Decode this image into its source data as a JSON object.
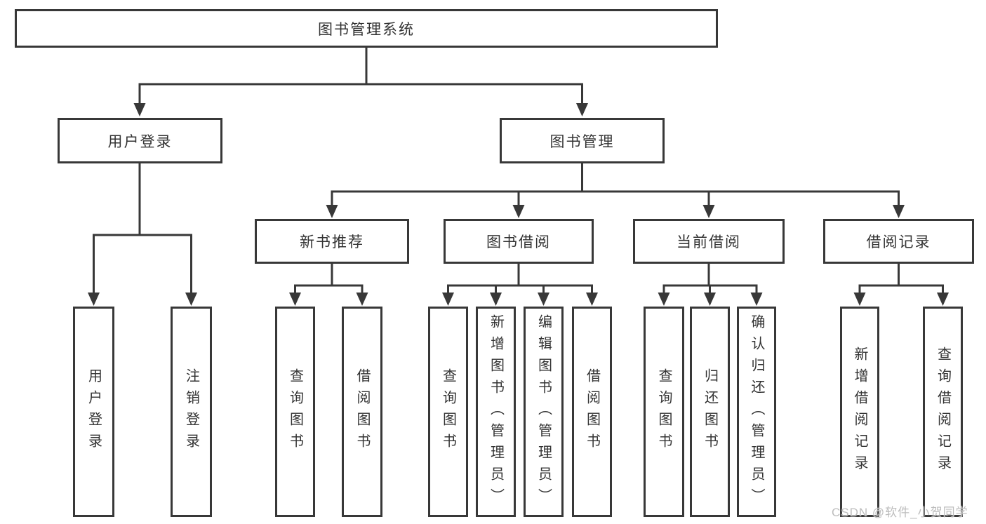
{
  "tree": {
    "label": "图书管理系统",
    "children": [
      {
        "label": "用户登录",
        "children": [
          {
            "label": "用户登录"
          },
          {
            "label": "注销登录"
          }
        ]
      },
      {
        "label": "图书管理",
        "children": [
          {
            "label": "新书推荐",
            "children": [
              {
                "label": "查询图书"
              },
              {
                "label": "借阅图书"
              }
            ]
          },
          {
            "label": "图书借阅",
            "children": [
              {
                "label": "查询图书"
              },
              {
                "label": "新增图书（管理员）"
              },
              {
                "label": "编辑图书（管理员）"
              },
              {
                "label": "借阅图书"
              }
            ]
          },
          {
            "label": "当前借阅",
            "children": [
              {
                "label": "查询图书"
              },
              {
                "label": "归还图书"
              },
              {
                "label": "确认归还（管理员）"
              }
            ]
          },
          {
            "label": "借阅记录",
            "children": [
              {
                "label": "新增借阅记录"
              },
              {
                "label": "查询借阅记录"
              }
            ]
          }
        ]
      }
    ]
  },
  "watermark": {
    "text": "CSDN @软件_小贺同学"
  },
  "colors": {
    "line": "#383838",
    "text": "#333333",
    "background": "#ffffff",
    "watermark": "#bdbdbd"
  }
}
